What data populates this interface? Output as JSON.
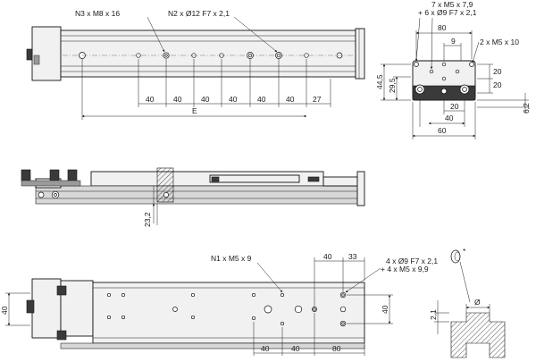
{
  "top_view": {
    "label_n3": "N3 x M8 x 16",
    "label_n2": "N2 x Ø12 F7 x 2,1",
    "pitch": [
      "40",
      "40",
      "40",
      "40",
      "40",
      "40"
    ],
    "end_offset": "27",
    "length_label": "E"
  },
  "end_view": {
    "label_m5": "7 x M5 x 7,9",
    "label_dowel": "+ 6 x Ø9 F7 x 2,1",
    "label_m5_side": "2 x M5 x 10",
    "width_top": "80",
    "offset_top": "9",
    "height_1": "44,5",
    "height_2": "29,5",
    "right_1": "20",
    "right_2": "20",
    "inner": "20",
    "bottom_1": "40",
    "bottom_2": "60",
    "slot": "6,2"
  },
  "side_view": {
    "height": "23,2"
  },
  "bottom_view": {
    "label_m5": "N1 x M5 x 9",
    "label_dowel": "4 x Ø9 F7 x 2,1",
    "label_dowel_2": "+ 4 x M5 x 9,9",
    "top_1": "40",
    "top_2": "33",
    "left_h": "40",
    "right_h": "40",
    "bot": [
      "40",
      "40",
      "80"
    ]
  },
  "detail": {
    "diameter": "Ø",
    "depth": "2,1",
    "star": "*"
  }
}
